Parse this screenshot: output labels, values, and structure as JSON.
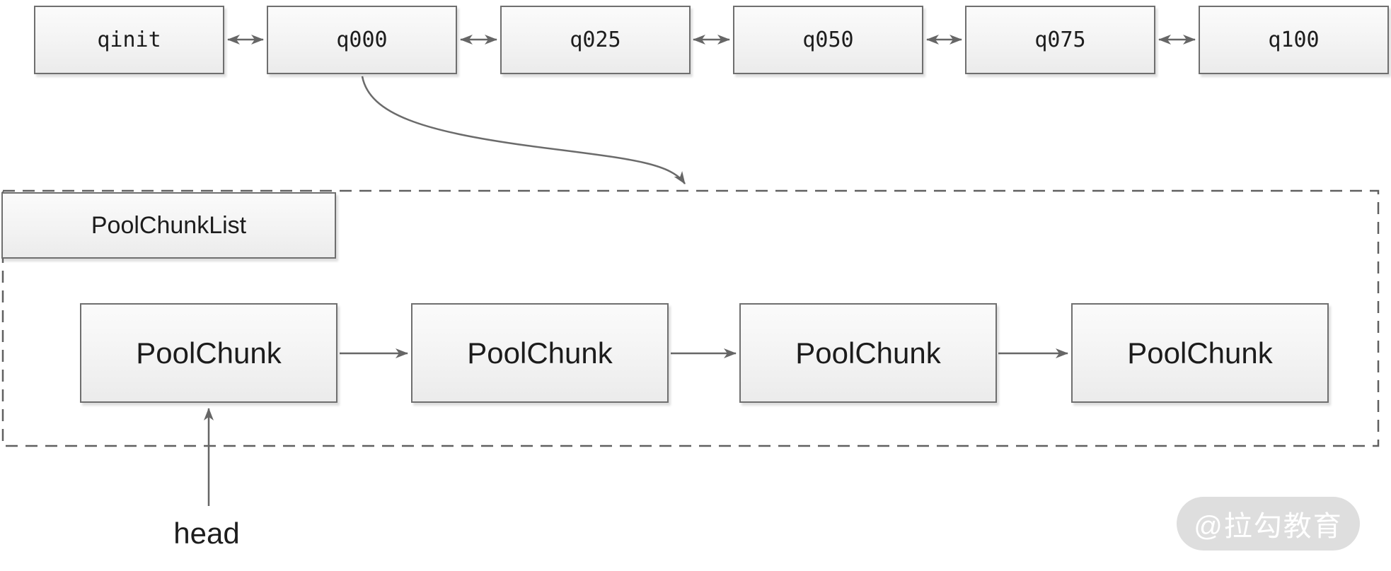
{
  "queue_row": {
    "nodes": [
      {
        "id": "qinit",
        "label": "qinit"
      },
      {
        "id": "q000",
        "label": "q000"
      },
      {
        "id": "q025",
        "label": "q025"
      },
      {
        "id": "q050",
        "label": "q050"
      },
      {
        "id": "q075",
        "label": "q075"
      },
      {
        "id": "q100",
        "label": "q100"
      }
    ]
  },
  "pool_section": {
    "list_label": "PoolChunkList",
    "chunks": [
      {
        "label": "PoolChunk"
      },
      {
        "label": "PoolChunk"
      },
      {
        "label": "PoolChunk"
      },
      {
        "label": "PoolChunk"
      }
    ],
    "head_label": "head"
  },
  "watermark": {
    "text": "@拉勾教育"
  },
  "colors": {
    "box_border": "#6f6f6f",
    "box_fill_top": "#fbfbfb",
    "box_fill_bottom": "#ebebeb",
    "arrow": "#666666",
    "dashed_border": "#606060",
    "text": "#1c1c1c",
    "watermark_bg": "#dedede",
    "watermark_text": "#ffffff"
  }
}
